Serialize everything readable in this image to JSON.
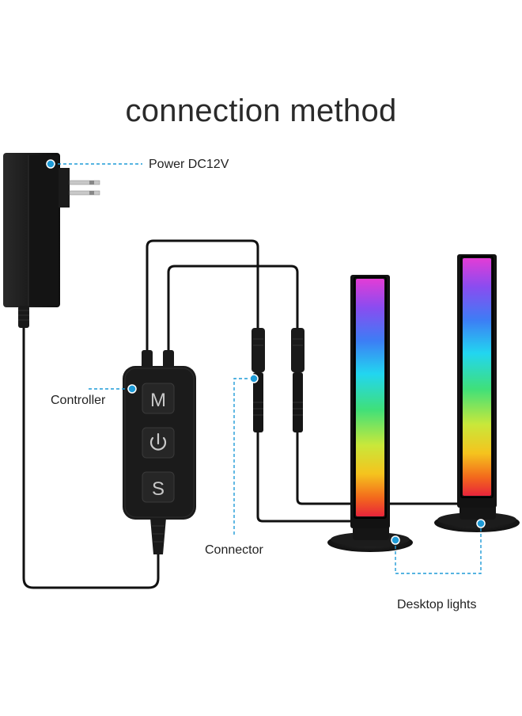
{
  "title": "connection method",
  "labels": {
    "power": "Power DC12V",
    "controller": "Controller",
    "connector": "Connector",
    "desktop_lights": "Desktop lights"
  },
  "controller_buttons": {
    "mode": "M",
    "speed": "S"
  },
  "colors": {
    "callout": "#1e9bd7",
    "device": "#1a1a1a",
    "cable": "#111111"
  },
  "icons": [
    "power-adapter-icon",
    "controller-icon",
    "power-symbol-icon",
    "connector-icon",
    "light-bar-icon"
  ]
}
